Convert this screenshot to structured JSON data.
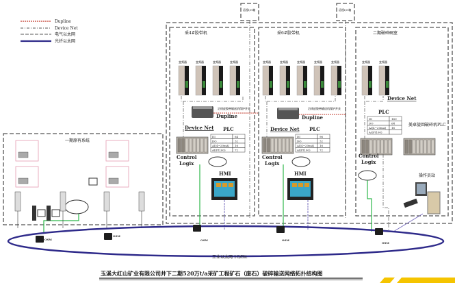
{
  "legend": {
    "items": [
      {
        "label": "Dupline",
        "color": "#c0392b",
        "style": "dotted"
      },
      {
        "label": "Device Net",
        "color": "#555555",
        "style": "dash-dot"
      },
      {
        "label": "电气以太网",
        "color": "#555555",
        "style": "dashed"
      },
      {
        "label": "光纤以太网",
        "color": "#2e2a8a",
        "style": "solid-thick"
      }
    ]
  },
  "remote_io": [
    "远程I/O箱",
    "远程I/O箱"
  ],
  "areas": {
    "belt4": {
      "title": "采4#胶带机"
    },
    "belt6": {
      "title": "采6#胶带机"
    },
    "crusher": {
      "title": "二期破碎硐室"
    },
    "phase1": {
      "title": "一期原有系统"
    }
  },
  "inverter_label": "变频器",
  "belt_protection_label": "沿线皮胶带输送机保护开关",
  "dupline_label": "Dupline",
  "device_net_label": "Device Net",
  "plc_label": "PLC",
  "controllogix": [
    "Control",
    "Logix"
  ],
  "hmi_label": "HMI",
  "plc_tables": {
    "belt4": [
      [
        "DI",
        "64"
      ],
      [
        "DO",
        "32"
      ],
      [
        "AI(4~20mA)",
        "16"
      ],
      [
        "AI(Pt100)",
        "72"
      ]
    ],
    "belt6": [
      [
        "DI",
        "96"
      ],
      [
        "DO",
        "32"
      ],
      [
        "AI(4~20mA)",
        "16"
      ],
      [
        "AI(Pt100)",
        "72"
      ]
    ],
    "crusher": [
      [
        "DI",
        "160"
      ],
      [
        "DO",
        "64"
      ],
      [
        "AI(4~20mA)",
        "16"
      ],
      [
        "AI(Pt100)",
        ""
      ]
    ]
  },
  "metso_plc_label": "美卓旋回破碎机PLC",
  "operator_station_label": "操作员站",
  "osm_label": "OSM",
  "ring_label": "工业以太网  1G/Bit",
  "footer_title": "玉溪大红山矿业有限公司井下二期520万t/a采矿工程矿石（废石）破碎输送网络拓扑结构图",
  "colors": {
    "fiber": "#2e2a8a",
    "dupline": "#c0392b",
    "ethernet_green": "#2db84a",
    "accent_yellow": "#f5c400"
  }
}
